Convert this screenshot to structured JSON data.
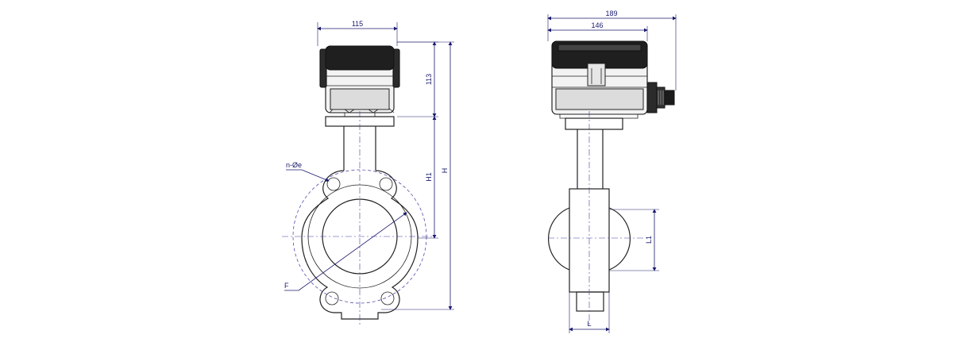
{
  "dimensions": {
    "front_width": "115",
    "actuator_height": "113",
    "h1": "H1",
    "h": "H",
    "bolt_hole": "n-Øe",
    "flange": "F",
    "side_total_width": "189",
    "side_actuator_width": "146",
    "l1": "L1",
    "l": "L"
  },
  "colors": {
    "dimension": "#1a1a6e",
    "outline": "#222222",
    "actuator": "#2b2b2b"
  }
}
